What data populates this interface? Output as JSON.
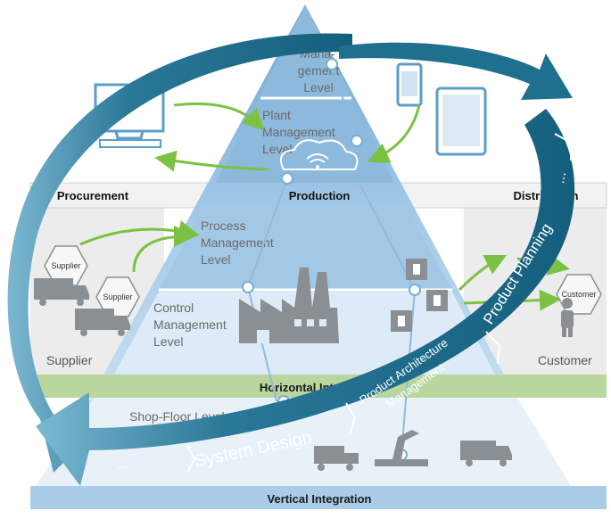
{
  "bands": {
    "procurement": "Procurement",
    "production": "Production",
    "distribution": "Distribution",
    "horizontal": "Horizontal Integration",
    "vertical": "Vertical Integration"
  },
  "levels": {
    "management_l1": "Mana-",
    "management_l2": "gement",
    "management_l3": "Level",
    "plant_l1": "Plant",
    "plant_l2": "Management",
    "plant_l3": "Level",
    "process_l1": "Process",
    "process_l2": "Management",
    "process_l3": "Level",
    "control_l1": "Control",
    "control_l2": "Management",
    "control_l3": "Level",
    "shopfloor": "Shop-Floor Level"
  },
  "side": {
    "supplier_label": "Supplier",
    "supplier_hex_1": "Supplier",
    "supplier_hex_2": "Supplier",
    "customer_label": "Customer",
    "customer_hex": "Customer"
  },
  "cycle": {
    "system_design": "System Design",
    "architecture_l1": "Product Architecture",
    "architecture_l2": "Management",
    "product_planning": "Product Planning",
    "ellipsis_top": "...",
    "ellipsis_bottom": "..."
  },
  "colors": {
    "cycle_dark": "#1f6f8f",
    "cycle_light": "#5da3c1",
    "pyramid_top": "#7fb0d6",
    "pyramid_mid": "#a9cde8",
    "pyramid_low": "#d9eaf6",
    "horizontal_band": "#b9d69f",
    "vertical_band": "#a9cde8",
    "arrow_green": "#7cc242",
    "icon_gray": "#8a8f94"
  }
}
